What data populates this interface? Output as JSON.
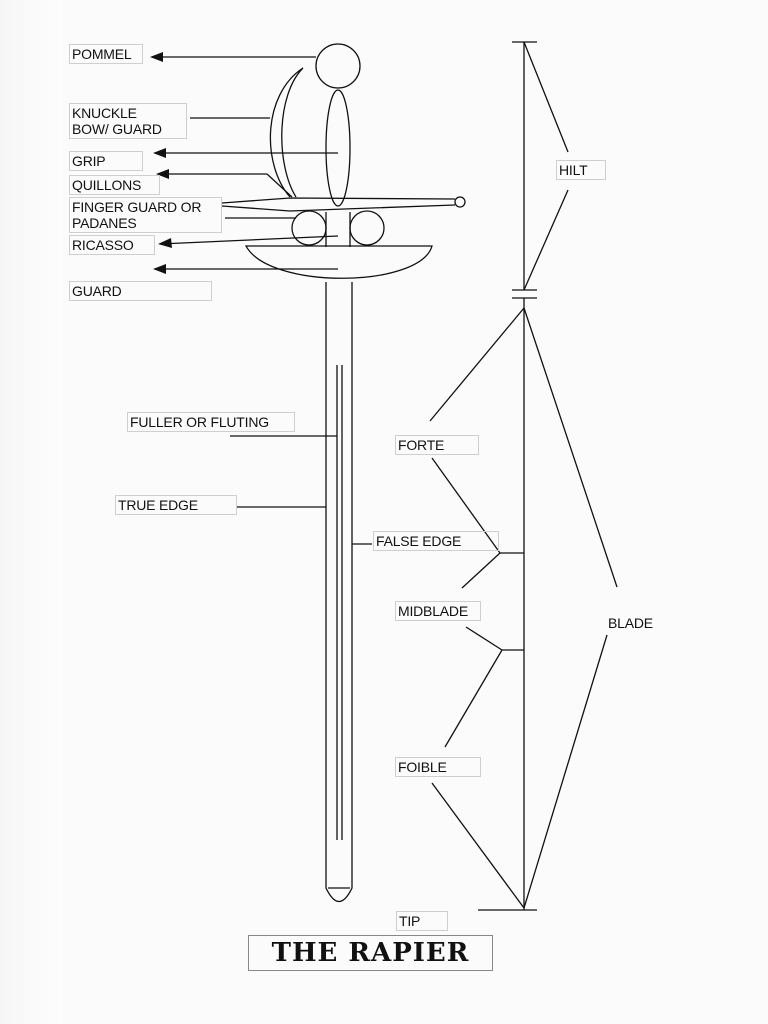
{
  "labels": {
    "pommel": "POMMEL",
    "knuckle_bow": "KNUCKLE\nBOW/ GUARD",
    "grip": "GRIP",
    "quillons": "QUILLONS",
    "finger_guard": "FINGER GUARD OR\nPADANES",
    "ricasso": "RICASSO",
    "guard": "GUARD",
    "hilt": "HILT",
    "fuller": "FULLER OR FLUTING",
    "true_edge": "TRUE EDGE",
    "forte": "FORTE",
    "false_edge": "FALSE EDGE",
    "midblade": "MIDBLADE",
    "blade": "BLADE",
    "foible": "FOIBLE",
    "tip": "TIP"
  },
  "title": "THE RAPIER"
}
